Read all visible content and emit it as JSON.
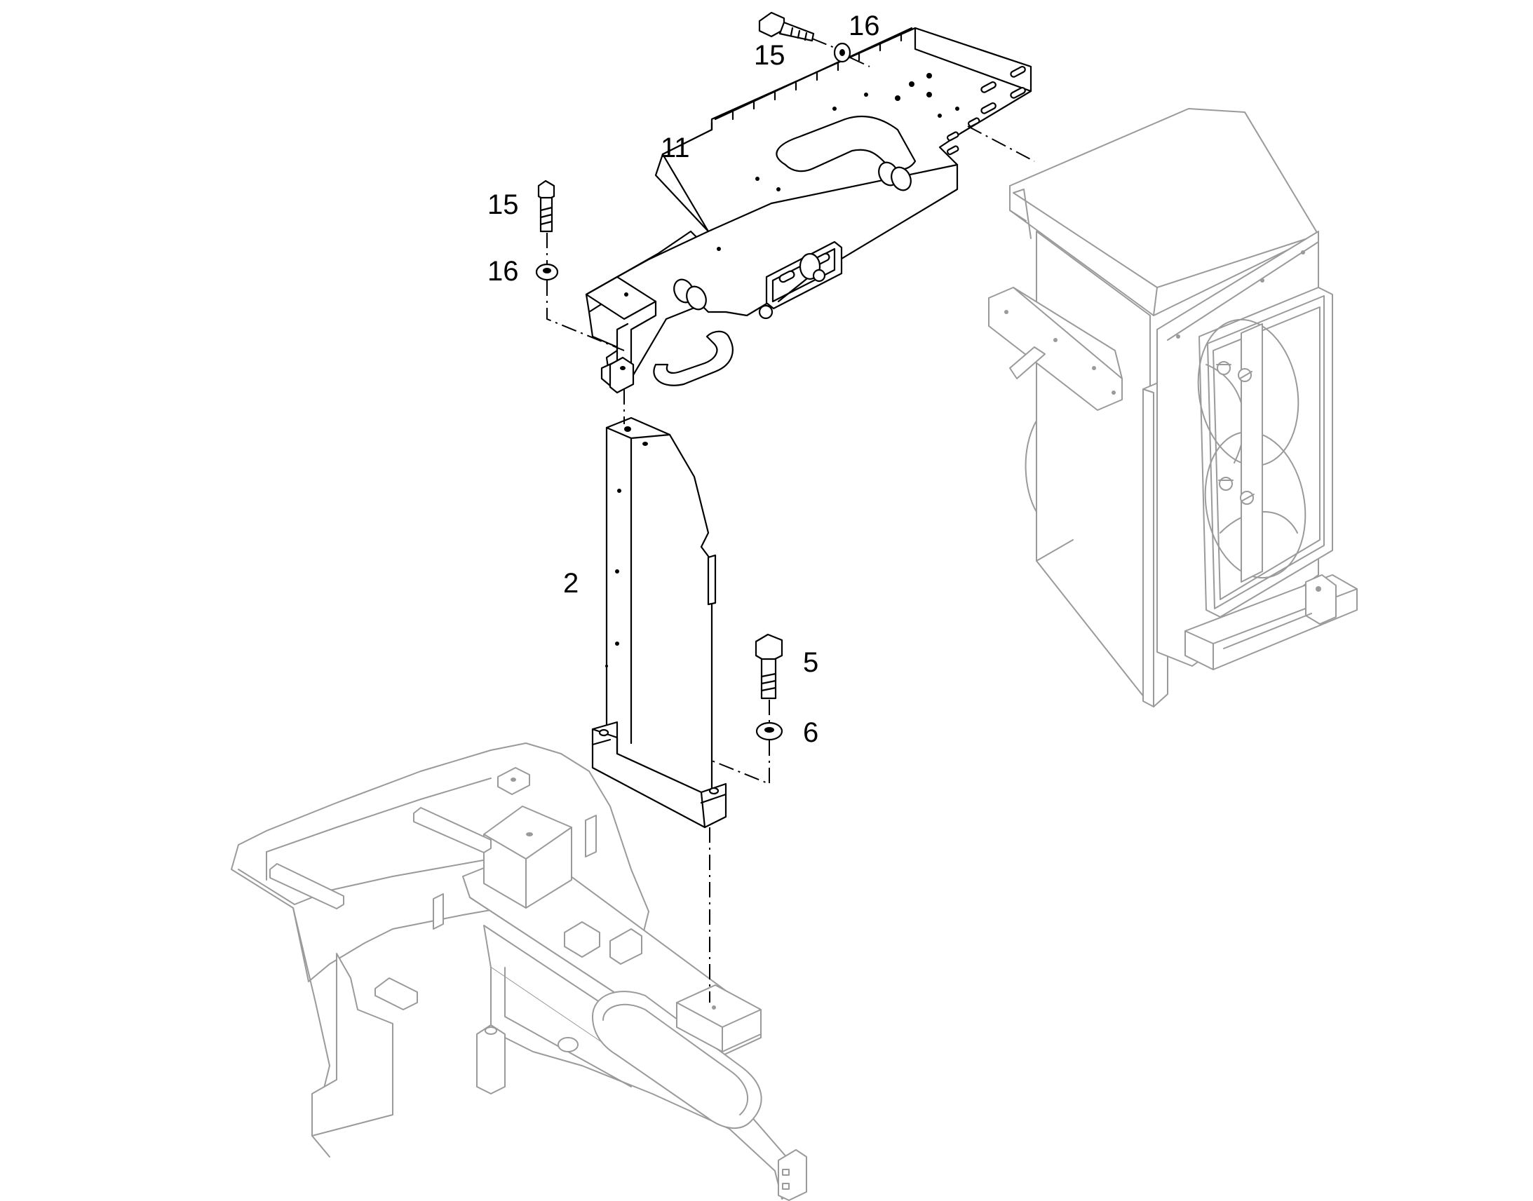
{
  "callouts": {
    "c15_top": "15",
    "c16_top": "16",
    "c11": "11",
    "c15_left": "15",
    "c16_left": "16",
    "c2": "2",
    "c5": "5",
    "c6": "6"
  },
  "colors": {
    "foreground": "#000000",
    "context_parts": "#9a9a9a",
    "background": "#ffffff"
  }
}
